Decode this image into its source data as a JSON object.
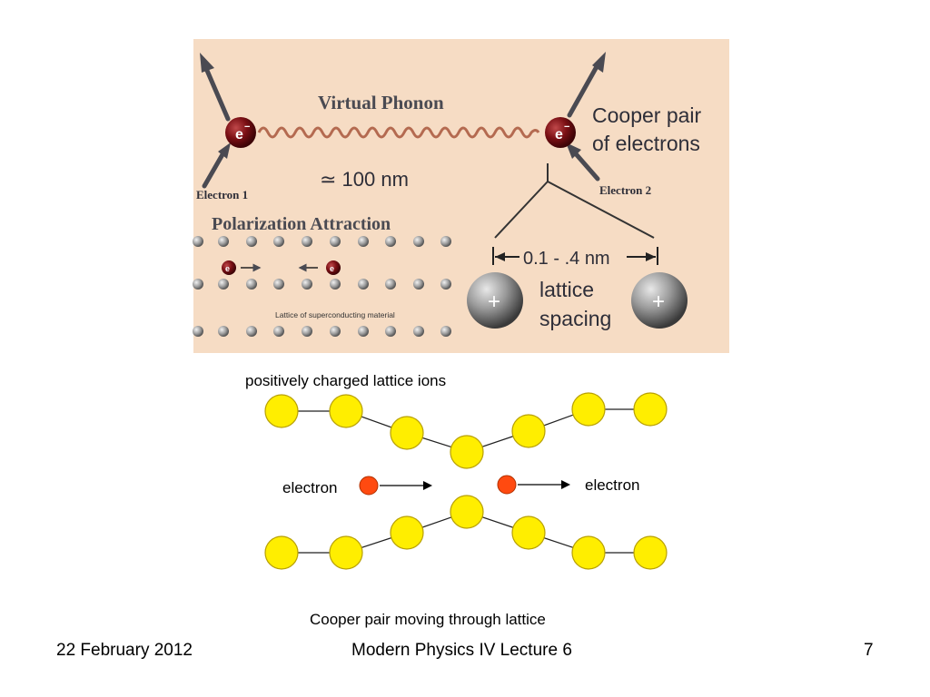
{
  "top_panel": {
    "virtual_phonon": "Virtual Phonon",
    "electron_symbol": "e",
    "electron_1": "Electron 1",
    "electron_2": "Electron 2",
    "distance": "≃ 100 nm",
    "cooper_pair_line1": "Cooper pair",
    "cooper_pair_line2": "of electrons",
    "polarization_attraction": "Polarization Attraction",
    "lattice_caption": "Lattice of superconducting material",
    "spacing_range": "0.1 - .4 nm",
    "lattice_line1": "lattice",
    "lattice_line2": "spacing",
    "ion_symbol": "+",
    "colors": {
      "background": "#f6dcc4",
      "electron": "#7a0f14",
      "phonon_wave": "#b46a50",
      "ion": "#8a8a8a"
    }
  },
  "bottom_panel": {
    "title": "positively charged lattice ions",
    "electron_left": "electron",
    "electron_right": "electron",
    "caption": "Cooper pair moving through lattice",
    "colors": {
      "ion": "#ffee00",
      "electron": "#ff4a10"
    }
  },
  "footer": {
    "date": "22 February 2012",
    "course": "Modern Physics IV Lecture 6",
    "page": "7"
  }
}
